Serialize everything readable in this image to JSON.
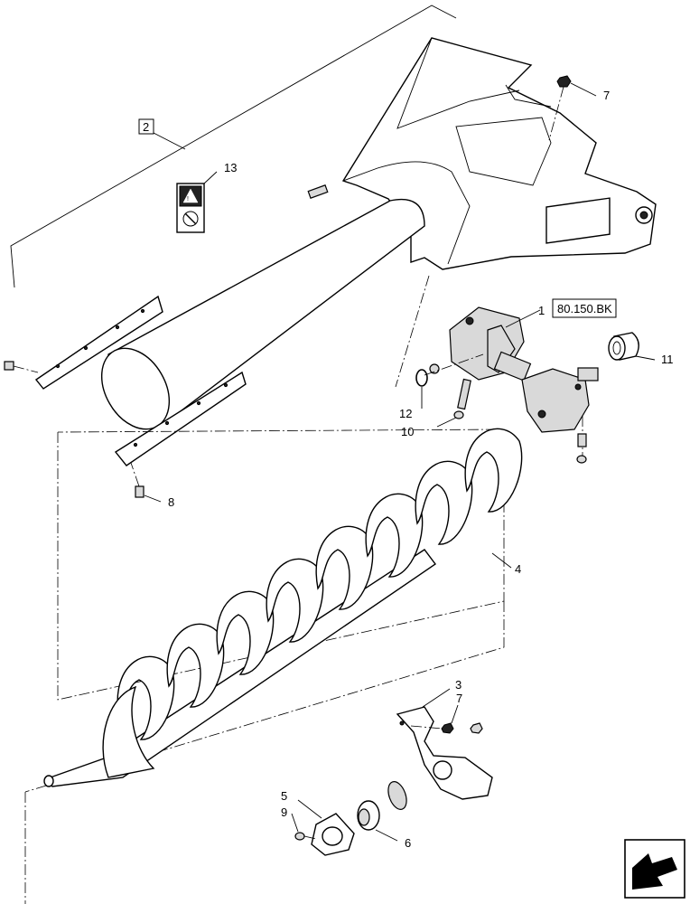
{
  "diagram": {
    "reference_box": "2",
    "section_ref": "80.150.BK",
    "callouts": {
      "gearbox": "1",
      "auger_bracket": "3",
      "auger_flighting": "4",
      "bearing_flange": "5",
      "bearing": "6",
      "top_nut": "7",
      "bracket_nut": "7",
      "bolt_bottom": "8",
      "flange_bolt": "9",
      "gearbox_bolt": "10",
      "spacer": "11",
      "snap_ring": "12",
      "decal": "13"
    },
    "icons": [
      "warning-decal-icon",
      "navigation-arrow-icon"
    ]
  }
}
